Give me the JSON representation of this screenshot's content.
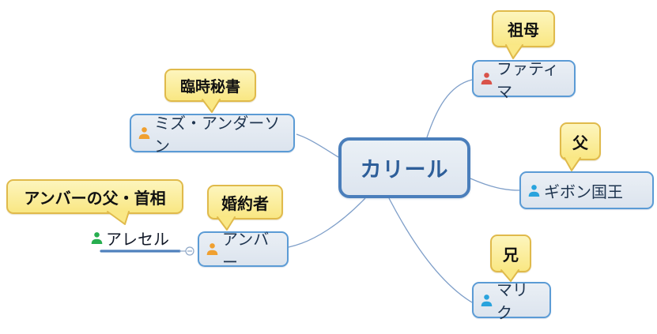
{
  "map": {
    "root": {
      "label": "カリール"
    },
    "topics": [
      {
        "name": "ms-anderson",
        "label": "ミズ・アンダーソン",
        "callout": "臨時秘書",
        "icon": "person-icon",
        "icon_color": "#f0a030"
      },
      {
        "name": "amber",
        "label": "アンバー",
        "callout": "婚約者",
        "icon": "person-icon",
        "icon_color": "#f0a030"
      },
      {
        "name": "alecel",
        "label": "アレセル",
        "callout": "アンバーの父・首相",
        "icon": "person-icon",
        "icon_color": "#27ae4f"
      },
      {
        "name": "fatima",
        "label": "ファティマ",
        "callout": "祖母",
        "icon": "person-icon",
        "icon_color": "#d9534a"
      },
      {
        "name": "king-gibon",
        "label": "ギボン国王",
        "callout": "父",
        "icon": "person-icon",
        "icon_color": "#29a3dd"
      },
      {
        "name": "malik",
        "label": "マリク",
        "callout": "兄",
        "icon": "person-icon",
        "icon_color": "#29a3dd"
      }
    ],
    "colors": {
      "central_border": "#4a7ebb",
      "central_fill": "#e2e9f1",
      "central_text": "#2d5e99",
      "topic_border": "#5b9bd5",
      "topic_fill": "#e2e8f1",
      "topic_text": "#1f3550",
      "callout_fill": "#fbed9c",
      "callout_border": "#e0ba4b",
      "connection_line": "#7f9fc9",
      "alecel_underline": "#4f81bd"
    }
  }
}
